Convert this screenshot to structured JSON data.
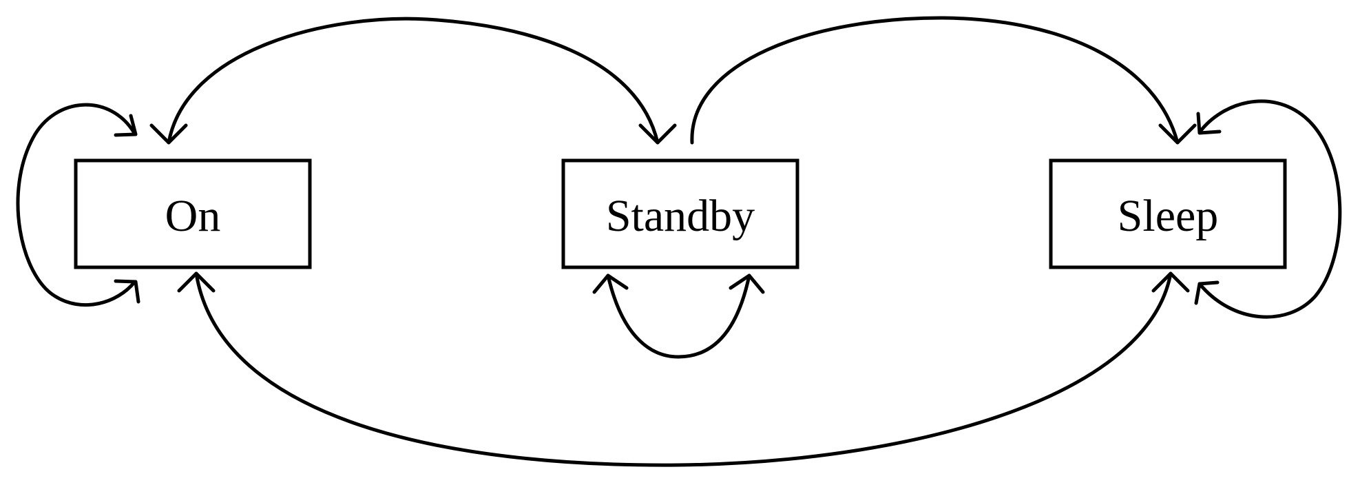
{
  "states": [
    {
      "id": "on",
      "label": "On"
    },
    {
      "id": "standby",
      "label": "Standby"
    },
    {
      "id": "sleep",
      "label": "Sleep"
    }
  ],
  "transitions": [
    {
      "from": "on",
      "to": "on"
    },
    {
      "from": "on",
      "to": "standby"
    },
    {
      "from": "standby",
      "to": "on"
    },
    {
      "from": "standby",
      "to": "standby"
    },
    {
      "from": "standby",
      "to": "sleep"
    },
    {
      "from": "sleep",
      "to": "on"
    },
    {
      "from": "sleep",
      "to": "sleep"
    }
  ],
  "colors": {
    "stroke": "#000000",
    "background": "#ffffff"
  }
}
